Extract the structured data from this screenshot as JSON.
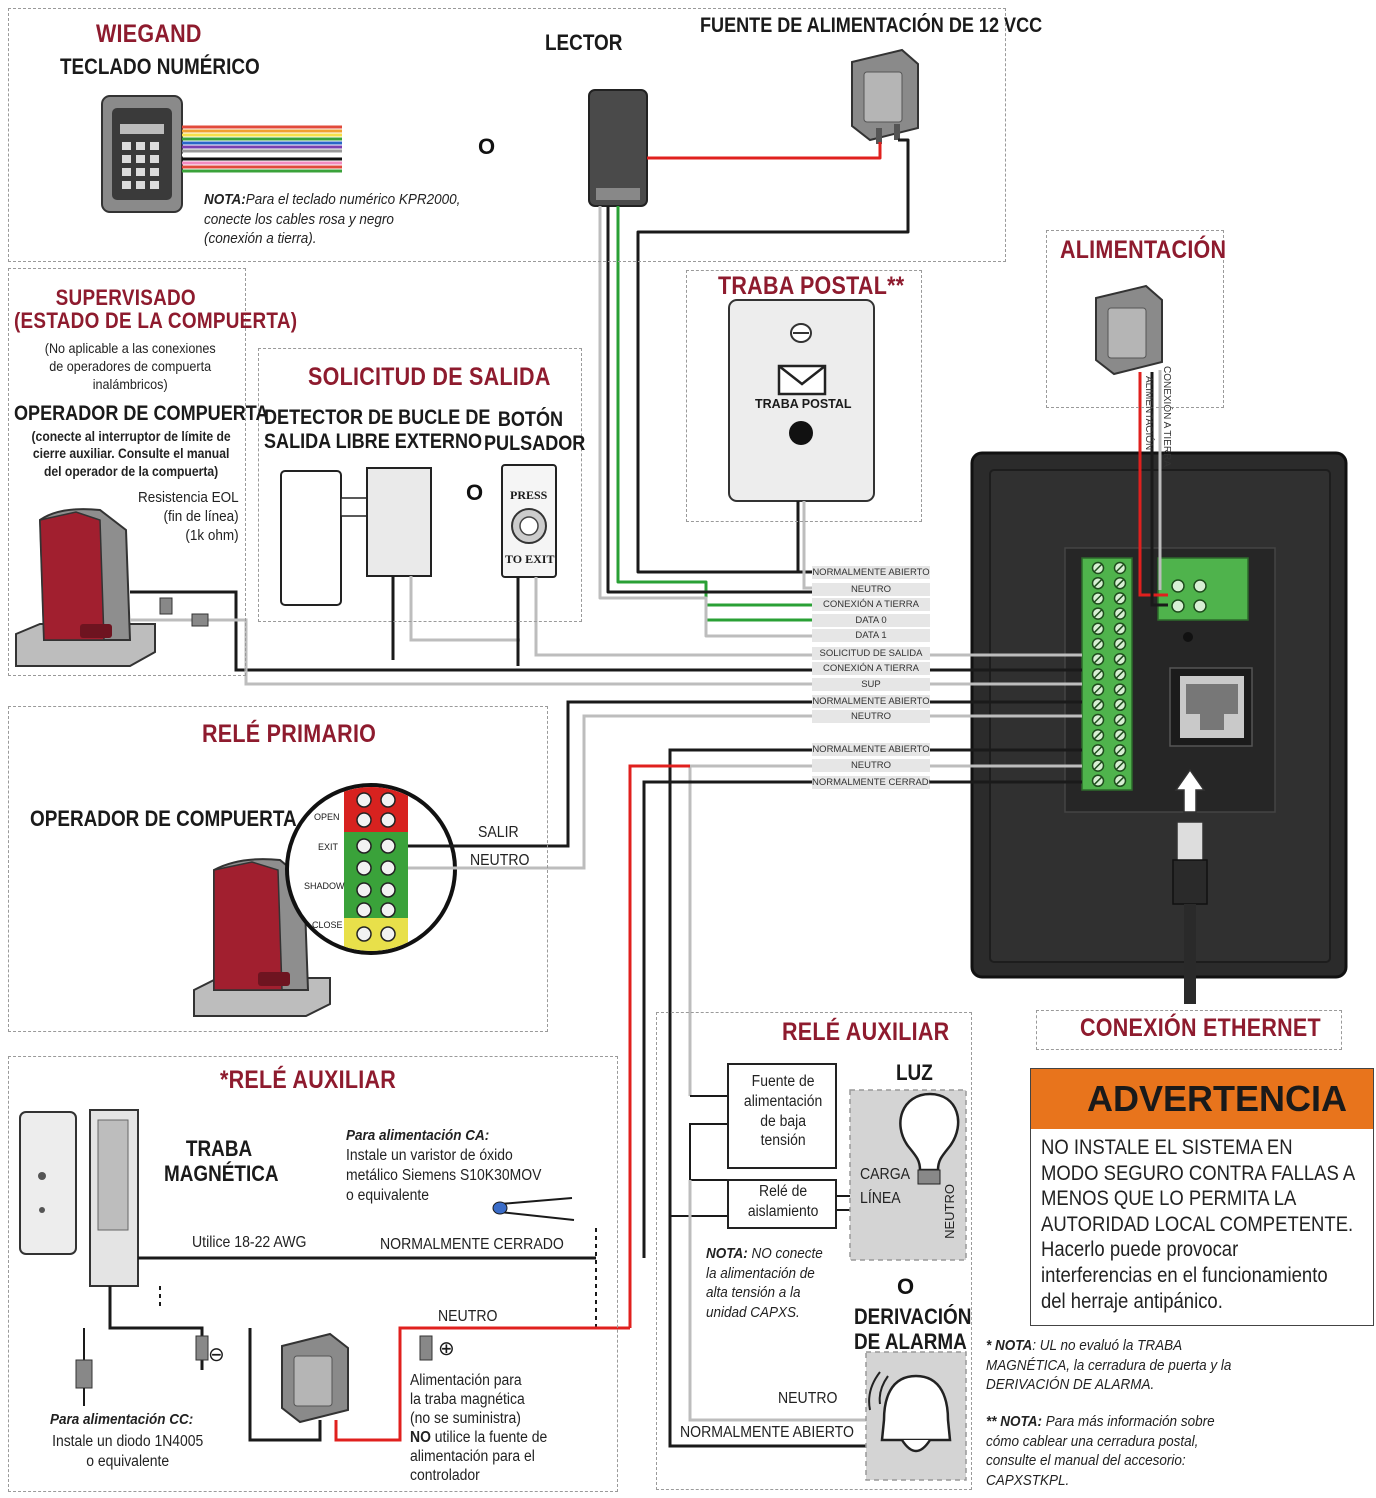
{
  "wiegand": {
    "title": "WIEGAND",
    "keypad_label": "TECLADO NUMÉRICO",
    "or": "O",
    "reader_label": "LECTOR",
    "psu_label": "FUENTE DE ALIMENTACIÓN DE 12 VCC",
    "note_bold": "NOTA:",
    "note_lines": [
      "Para el teclado numérico KPR2000,",
      "conecte los cables rosa y negro",
      "(conexión a tierra)."
    ]
  },
  "supervised": {
    "title_lines": [
      "SUPERVISADO",
      "(ESTADO DE LA COMPUERTA)"
    ],
    "sub_lines": [
      "(No aplicable a las conexiones",
      "de operadores de compuerta",
      "inalámbricos)"
    ],
    "operator_label": "OPERADOR DE COMPUERTA",
    "operator_note_lines": [
      "(conecte al interruptor de límite de",
      "cierre auxiliar. Consulte el manual",
      "del operador de la compuerta)"
    ],
    "eol_lines": [
      "Resistencia EOL",
      "(fin de línea)",
      "(1k ohm)"
    ]
  },
  "exit_request": {
    "title": "SOLICITUD DE SALIDA",
    "loop_label_lines": [
      "DETECTOR DE BUCLE DE",
      "SALIDA LIBRE EXTERNO"
    ],
    "or": "O",
    "button_label_lines": [
      "BOTÓN",
      "PULSADOR"
    ],
    "button_text_top": "PRESS",
    "button_text_bottom": "TO EXIT"
  },
  "mail_lock": {
    "title": "TRABA POSTAL**",
    "device_label": "TRABA POSTAL"
  },
  "power": {
    "title": "ALIMENTACIÓN",
    "wire_labels": [
      "ALIMENTACIÓN",
      "CONEXIÓN A TIERRA"
    ]
  },
  "terminals": [
    "NORMALMENTE ABIERTO",
    "NEUTRO",
    "CONEXIÓN A TIERRA",
    "DATA 0",
    "DATA 1",
    "SOLICITUD DE SALIDA",
    "CONEXIÓN A TIERRA",
    "SUP",
    "NORMALMENTE ABIERTO",
    "NEUTRO",
    "NORMALMENTE ABIERTO",
    "NEUTRO",
    "NORMALMENTE CERRADO"
  ],
  "primary_relay": {
    "title": "RELÉ PRIMARIO",
    "operator_label": "OPERADOR DE COMPUERTA",
    "terminal_labels": [
      "OPEN",
      "EXIT",
      "SHADOW",
      "CLOSE"
    ],
    "wire_exit": "SALIR",
    "wire_neutral": "NEUTRO"
  },
  "ethernet": {
    "title": "CONEXIÓN ETHERNET"
  },
  "aux_relay_left": {
    "title": "*RELÉ AUXILIAR",
    "maglock_lines": [
      "TRABA",
      "MAGNÉTICA"
    ],
    "ac_title": "Para alimentación CA:",
    "ac_lines": [
      "Instale un varistor de óxido",
      "metálico Siemens S10K30MOV",
      "o equivalente"
    ],
    "awg": "Utilice 18-22 AWG",
    "nc": "NORMALMENTE CERRADO",
    "neutral": "NEUTRO",
    "minus": "⊖",
    "plus": "⊕",
    "dc_title": "Para alimentación CC:",
    "dc_lines": [
      "Instale un diodo 1N4005",
      "o equivalente"
    ],
    "psu_lines": [
      "Alimentación para",
      "la traba magnética",
      "(no se suministra)"
    ],
    "psu_warn_bold": "NO",
    "psu_warn_lines": [
      " utilice la fuente de",
      "alimentación para el",
      "controlador"
    ]
  },
  "aux_relay_right": {
    "title": "RELÉ AUXILIAR",
    "light": "LUZ",
    "lv_source_lines": [
      "Fuente de",
      "alimentación",
      "de baja",
      "tensión"
    ],
    "iso_relay_lines": [
      "Relé de",
      "aislamiento"
    ],
    "load": "CARGA",
    "line": "LÍNEA",
    "neutral_vertical": "NEUTRO",
    "note_bold": "NOTA:",
    "note_lines": [
      " NO conecte",
      "la alimentación de",
      "alta tensión a la",
      "unidad CAPXS."
    ],
    "or": "O",
    "alarm_lines": [
      "DERIVACIÓN",
      "DE ALARMA"
    ],
    "neutral": "NEUTRO",
    "no": "NORMALMENTE ABIERTO"
  },
  "warning": {
    "title": "ADVERTENCIA",
    "lines": [
      "NO INSTALE EL SISTEMA EN",
      "MODO SEGURO CONTRA FALLAS A",
      "MENOS QUE LO PERMITA LA",
      "AUTORIDAD LOCAL COMPETENTE.",
      "Hacerlo puede provocar",
      "interferencias en el funcionamiento",
      "del herraje antipánico."
    ]
  },
  "footnotes": {
    "ul_bold": "* NOTA",
    "ul_lines": [
      ": UL no evaluó la TRABA",
      "MAGNÉTICA, la cerradura de puerta y la",
      "DERIVACIÓN DE ALARMA."
    ],
    "mail_bold": "** NOTA:",
    "mail_lines": [
      " Para más información sobre",
      "cómo cablear una cerradura postal,",
      "consulte el manual del accesorio:",
      "CAPXSTKPL."
    ]
  },
  "colors": {
    "accent": "#8e1b2e",
    "warning_orange": "#e8741c",
    "wire_red": "#e0201e",
    "wire_green": "#2aa035",
    "wire_black": "#1a1a1a",
    "wire_gray": "#bdbdbd",
    "terminal_green": "#4fb34c"
  }
}
